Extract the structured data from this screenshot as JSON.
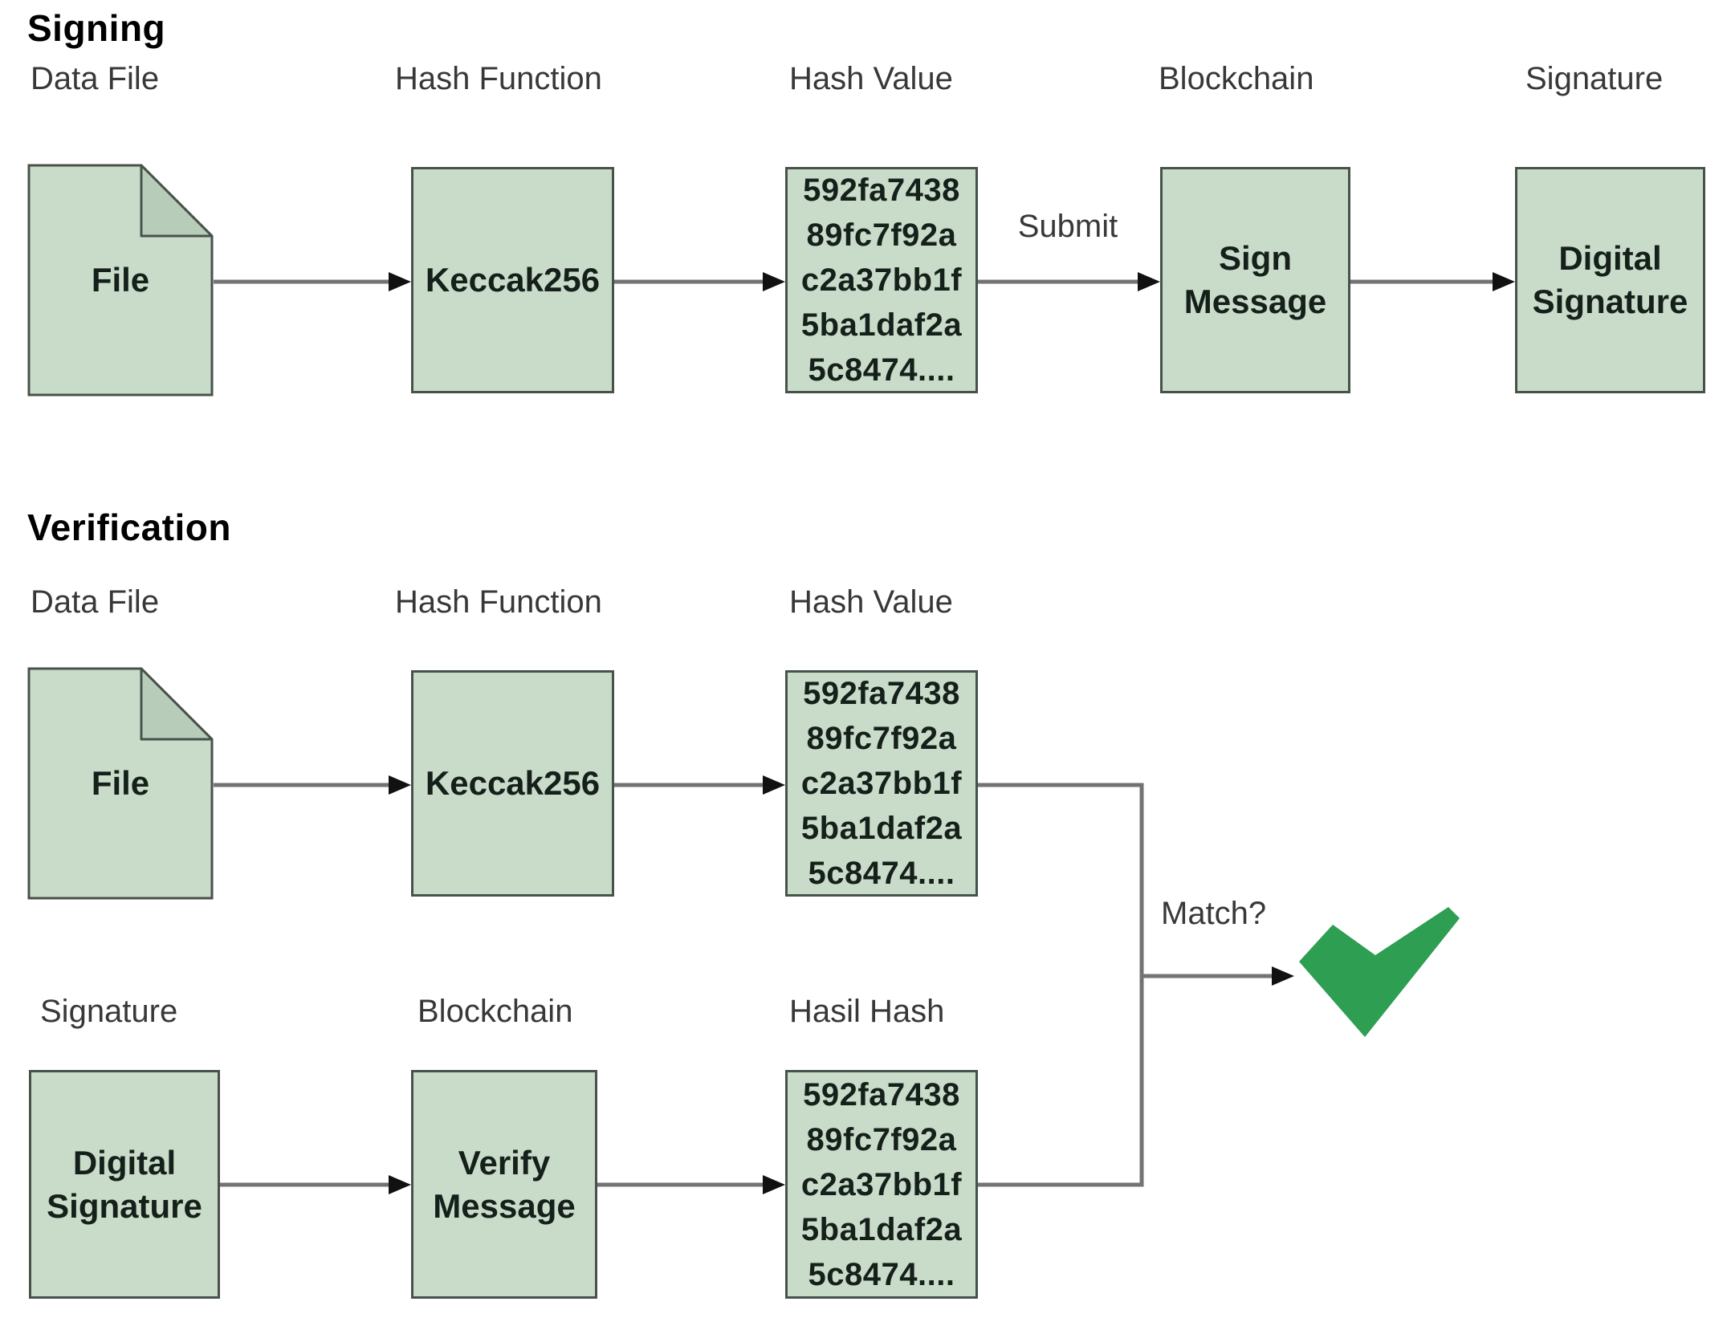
{
  "signing": {
    "title": "Signing",
    "labels": {
      "data_file": "Data File",
      "hash_function": "Hash Function",
      "hash_value": "Hash Value",
      "blockchain": "Blockchain",
      "signature": "Signature"
    },
    "nodes": {
      "file": "File",
      "hash_function": "Keccak256",
      "hash_value": "592fa7438\n89fc7f92a\nc2a37bb1f\n5ba1daf2a\n5c8474....",
      "blockchain": "Sign\nMessage",
      "signature": "Digital\nSignature"
    },
    "submit_label": "Submit"
  },
  "verification": {
    "title": "Verification",
    "labels": {
      "data_file": "Data File",
      "hash_function": "Hash Function",
      "hash_value": "Hash Value",
      "signature": "Signature",
      "blockchain": "Blockchain",
      "hash_result": "Hasil Hash"
    },
    "nodes": {
      "file": "File",
      "hash_function": "Keccak256",
      "hash_value": "592fa7438\n89fc7f92a\nc2a37bb1f\n5ba1daf2a\n5c8474....",
      "signature": "Digital\nSignature",
      "blockchain": "Verify\nMessage",
      "hash_result": "592fa7438\n89fc7f92a\nc2a37bb1f\n5ba1daf2a\n5c8474...."
    },
    "match_label": "Match?"
  },
  "colors": {
    "node_fill": "#c9dcca",
    "node_border": "#47524a",
    "fold_fill": "#b8cdb9",
    "arrow_line": "#737373",
    "arrow_head": "#111111",
    "check_green": "#2d9e52",
    "label_text": "#383838",
    "title_text": "#000000",
    "node_text": "#15201a"
  }
}
